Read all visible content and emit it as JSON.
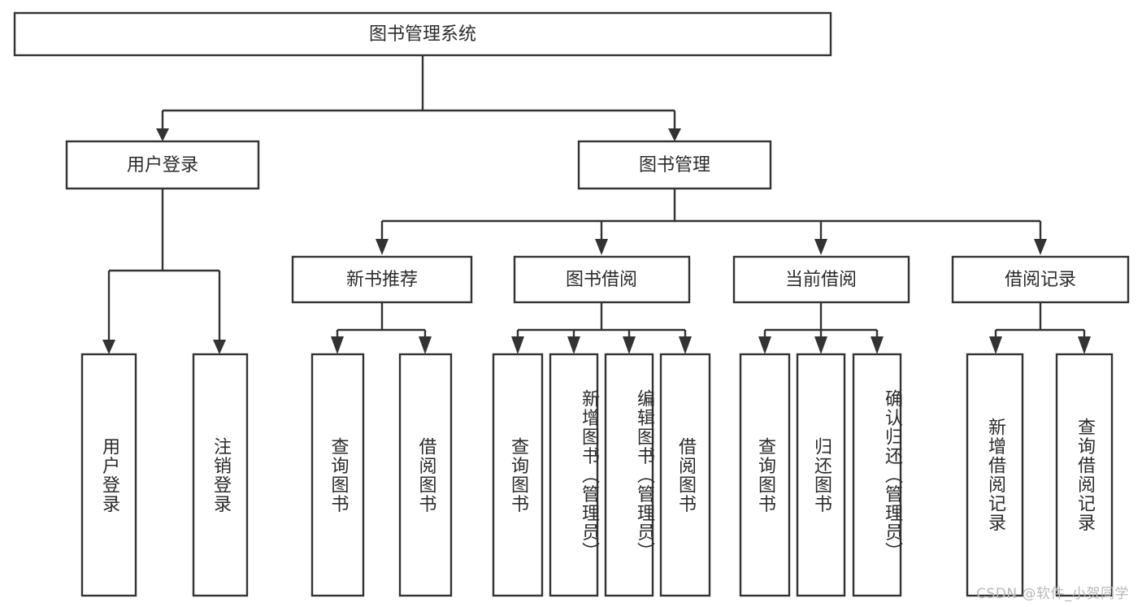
{
  "diagram": {
    "title": "图书管理系统",
    "type": "tree",
    "colors": {
      "box_stroke": "#333333",
      "box_fill": "#ffffff",
      "text": "#2b2b2b",
      "background": "#ffffff",
      "watermark": "#b9b9b9"
    },
    "root": {
      "id": "root",
      "label": "图书管理系统"
    },
    "level1": [
      {
        "id": "user-login",
        "label": "用户登录"
      },
      {
        "id": "book-manage",
        "label": "图书管理"
      }
    ],
    "level2": [
      {
        "id": "new-book-recommend",
        "label": "新书推荐",
        "parent": "book-manage"
      },
      {
        "id": "book-borrow",
        "label": "图书借阅",
        "parent": "book-manage"
      },
      {
        "id": "current-borrow",
        "label": "当前借阅",
        "parent": "book-manage"
      },
      {
        "id": "borrow-record",
        "label": "借阅记录",
        "parent": "book-manage"
      }
    ],
    "leaves": [
      {
        "id": "leaf-user-login",
        "label": "用户登录",
        "parent": "user-login"
      },
      {
        "id": "leaf-logout",
        "label": "注销登录",
        "parent": "user-login"
      },
      {
        "id": "leaf-query-book-1",
        "label": "查询图书",
        "parent": "new-book-recommend"
      },
      {
        "id": "leaf-borrow-book-1",
        "label": "借阅图书",
        "parent": "new-book-recommend"
      },
      {
        "id": "leaf-query-book-2",
        "label": "查询图书",
        "parent": "book-borrow"
      },
      {
        "id": "leaf-add-book",
        "label": "新增图书（管理员）",
        "parent": "book-borrow"
      },
      {
        "id": "leaf-edit-book",
        "label": "编辑图书（管理员）",
        "parent": "book-borrow"
      },
      {
        "id": "leaf-borrow-book-2",
        "label": "借阅图书",
        "parent": "book-borrow"
      },
      {
        "id": "leaf-query-book-3",
        "label": "查询图书",
        "parent": "current-borrow"
      },
      {
        "id": "leaf-return-book",
        "label": "归还图书",
        "parent": "current-borrow"
      },
      {
        "id": "leaf-confirm-return",
        "label": "确认归还（管理员）",
        "parent": "current-borrow"
      },
      {
        "id": "leaf-add-record",
        "label": "新增借阅记录",
        "parent": "borrow-record"
      },
      {
        "id": "leaf-query-record",
        "label": "查询借阅记录",
        "parent": "borrow-record"
      }
    ]
  },
  "watermark": {
    "text": "CSDN @软件_小贺同学"
  }
}
